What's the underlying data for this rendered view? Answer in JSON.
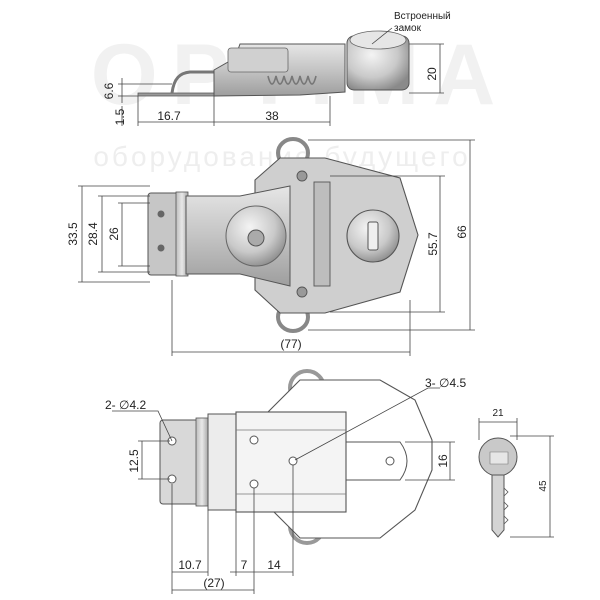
{
  "watermark": {
    "brand": "OPTIMA",
    "tagline": "оборудование будущего"
  },
  "callout": {
    "line1": "Встроенный",
    "line2": "замок"
  },
  "side_view": {
    "dims": {
      "height": "20",
      "hook_height": "6.6",
      "plate_thickness": "1.5",
      "hook_length": "16.7",
      "body_length": "38"
    }
  },
  "front_view": {
    "dims": {
      "h_33_5": "33.5",
      "h_28_4": "28.4",
      "h_26": "26",
      "h_55_7": "55.7",
      "h_66": "66",
      "w_77": "(77)"
    }
  },
  "back_view": {
    "dims": {
      "holes_small": "2- ∅4.2",
      "holes_large": "3- ∅4.5",
      "h_12_5": "12.5",
      "h_16": "16",
      "w_10_7": "10.7",
      "w_7": "7",
      "w_14": "14",
      "w_27": "(27)"
    }
  },
  "key_view": {
    "dims": {
      "width": "21",
      "length": "45"
    }
  },
  "colors": {
    "metal_light": "#d6d6d6",
    "metal_mid": "#b9b9b9",
    "metal_dark": "#8c8c8c",
    "line": "#555555"
  }
}
